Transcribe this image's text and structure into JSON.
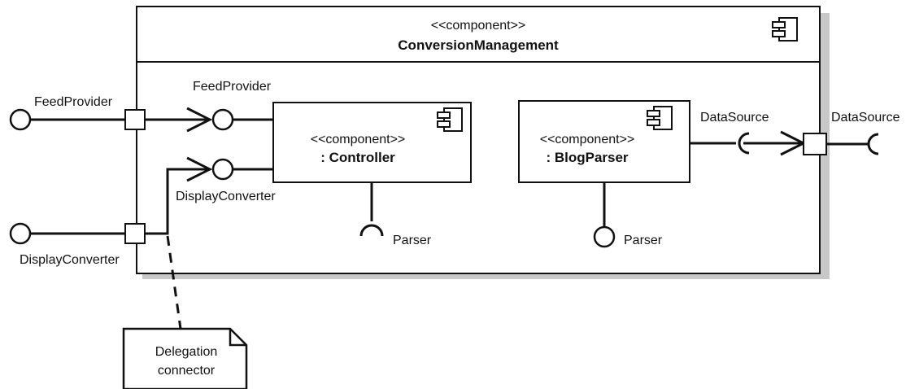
{
  "outer": {
    "stereotype": "<<component>>",
    "name": "ConversionManagement"
  },
  "controller": {
    "stereotype": "<<component>>",
    "name": ": Controller"
  },
  "blogparser": {
    "stereotype": "<<component>>",
    "name": ": BlogParser"
  },
  "labels": {
    "feed_provider_outer": "FeedProvider",
    "feed_provider_inner": "FeedProvider",
    "display_converter_outer": "DisplayConverter",
    "display_converter_inner": "DisplayConverter",
    "data_source_inner": "DataSource",
    "data_source_outer": "DataSource",
    "controller_parser": "Parser",
    "blogparser_parser": "Parser"
  },
  "note": {
    "line1": "Delegation",
    "line2": "connector"
  }
}
